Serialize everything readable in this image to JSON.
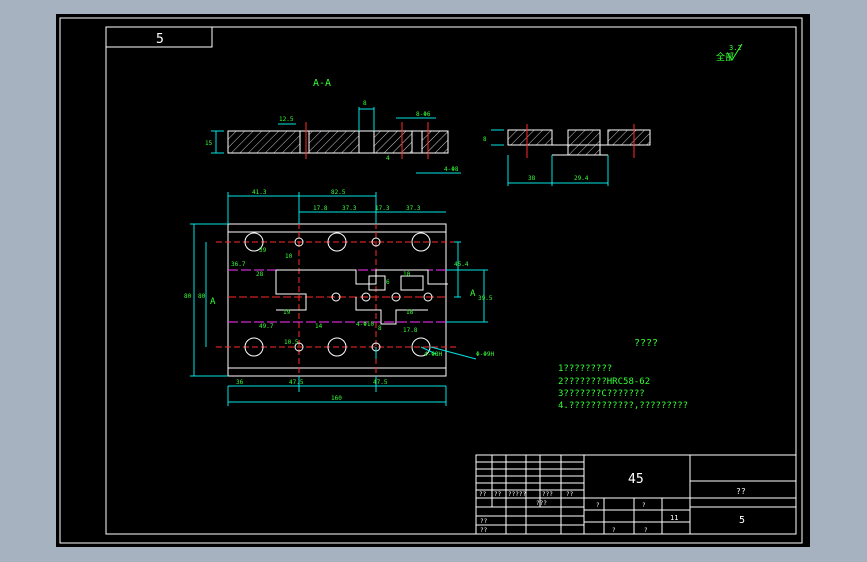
{
  "drawing": {
    "sheet_number_top": "5",
    "section_label": "A-A",
    "view_label": "A",
    "surface_note": "全部",
    "surface_value": "3.2",
    "tech_title": "????",
    "tech_notes": [
      "1?????????",
      "2????????HRC58-62",
      "3???????C???????",
      "4.????????????,?????????"
    ],
    "top_dims": [
      "41.3",
      "82.5",
      "17.8",
      "37.3",
      "17.3",
      "37.3"
    ],
    "left_dims": [
      "80",
      "80",
      "36.7",
      "39",
      "19",
      "28",
      "10.5"
    ],
    "bottom_dims": [
      "36",
      "47.5",
      "47.5",
      "160"
    ],
    "inner_dims": [
      "49.7",
      "14",
      "10",
      "17.8",
      "18",
      "8",
      "10",
      "6"
    ],
    "right_dims": [
      "45.4",
      "39.5",
      "4-Φ8H",
      "4-Φ10",
      "Φ-Φ9H"
    ],
    "section_dims": [
      "15",
      "12.5",
      "8",
      "8-Φ6",
      "4",
      "4-Φ8",
      "8",
      "38",
      "29.4"
    ]
  },
  "title_block": {
    "material": "45",
    "drawing_ref": "??",
    "sheet": "5",
    "scale": "11",
    "rows": [
      "??",
      "??",
      "?????",
      "???",
      "??",
      "???",
      "??",
      "??"
    ],
    "right_cells": [
      "?",
      "?",
      "?",
      "?"
    ]
  }
}
